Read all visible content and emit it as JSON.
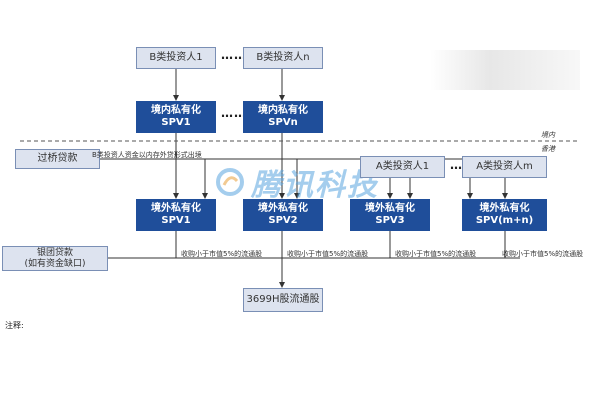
{
  "nodes": {
    "b1": "B类投资人1",
    "bn": "B类投资人n",
    "dom1": "境内私有化SPV1",
    "domn": "境内私有化SPVn",
    "bridge": "过桥贷款",
    "a1": "A类投资人1",
    "am": "A类投资人m",
    "ovs1": "境外私有化SPV1",
    "ovs2": "境外私有化SPV2",
    "ovs3": "境外私有化SPV3",
    "ovsmn_1": "境外私有化",
    "ovsmn_2": "SPV(m+n)",
    "loan_1": "银团贷款",
    "loan_2": "(如有资金缺口)",
    "target": "3699H股流通股"
  },
  "dots": "……",
  "regions": {
    "inland": "境内",
    "hk": "香港"
  },
  "labels": {
    "b_outbound": "B类投资人资金以内存外贷形式出境",
    "acq1": "收购小于市值5%的流通股",
    "acq2": "收购小于市值5%的流通股",
    "acq3": "收购小于市值5%的流通股",
    "acq4": "收购小于市值5%的流通股"
  },
  "watermark": {
    "text": "腾讯科技",
    "icon": "tencent-logo-icon"
  },
  "note": "注释:",
  "colors": {
    "dark_box": "#1f4e9a",
    "light_box": "#dde3ef",
    "line": "#333333",
    "watermark": "#5aa6e0"
  }
}
